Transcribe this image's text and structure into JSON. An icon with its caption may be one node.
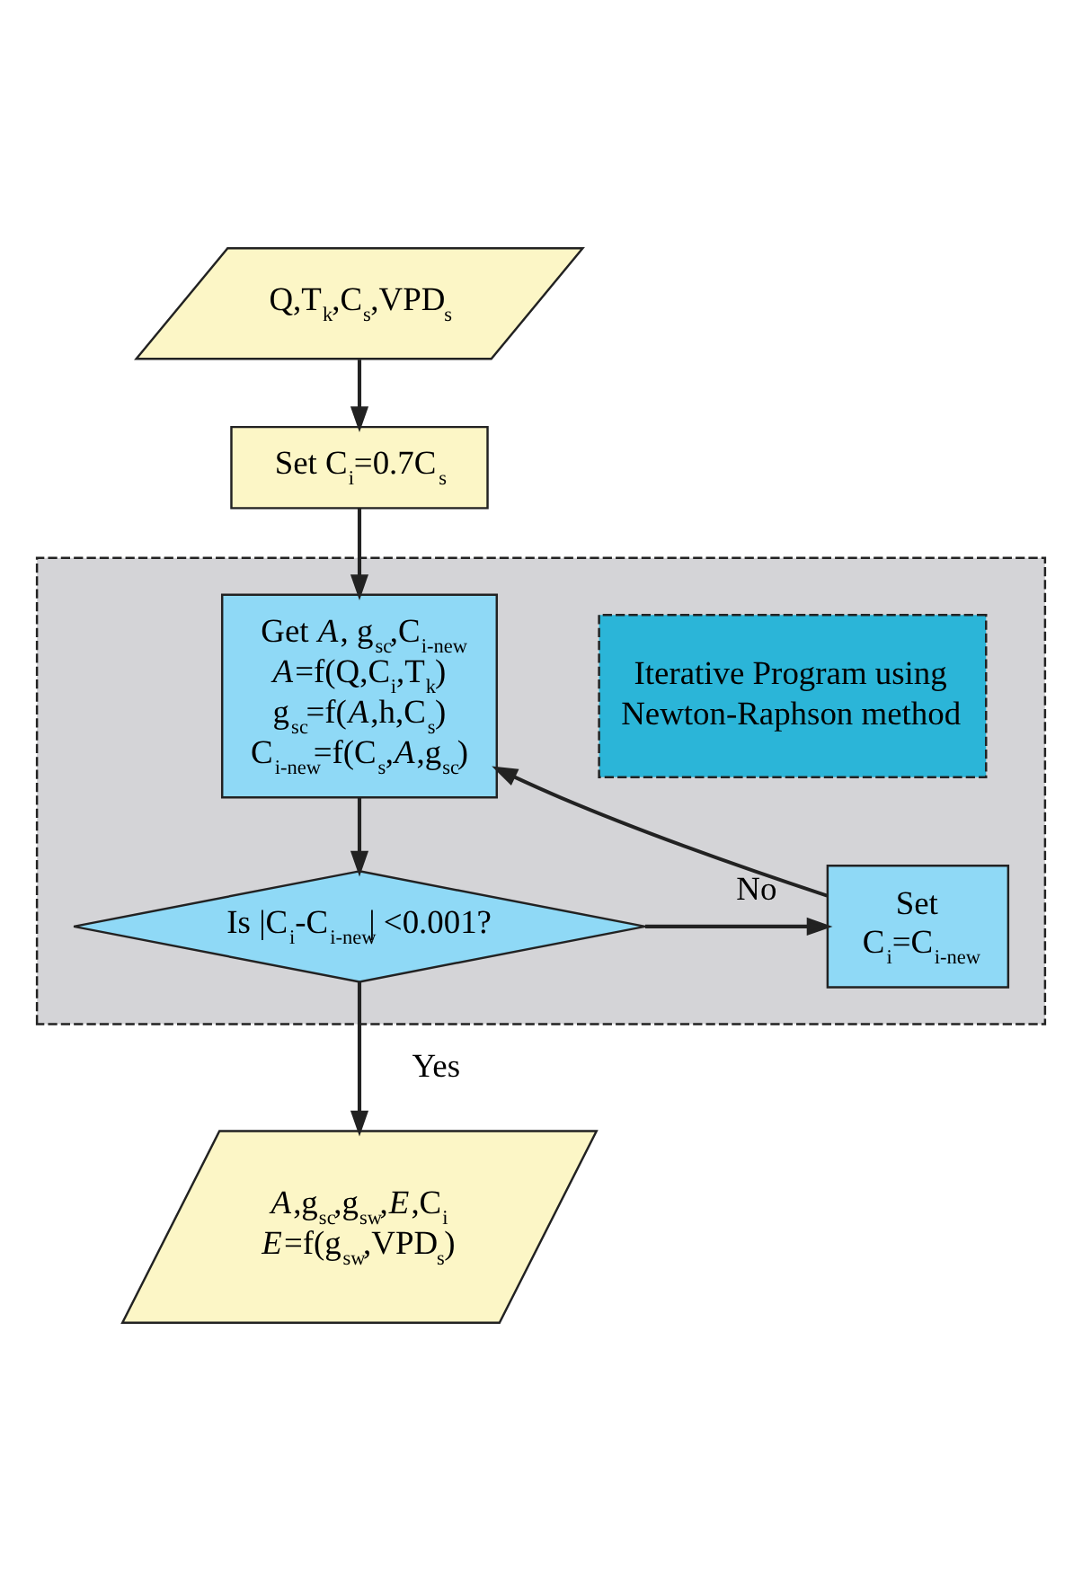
{
  "diagram": {
    "nodes": [
      {
        "text": [
          "Q,T$_{k}$,C$_{s}$,VPD$_{s}$"
        ]
      },
      {
        "text": [
          "Set C$_{i}$=0.7C$_{s}$"
        ]
      },
      {
        "text": [],
        "shape": "box"
      },
      {
        "text": [
          "Iterative Program using Newton-Raphson method"
        ],
        "in": 2
      },
      {
        "text": [
          "Get *A*, g$_{sc}$,C$_{i-new}$",
          "*A*=f(Q,C$_{i}$,T$_{k}$)",
          "g$_{sc}$=f(*A*,h,C$_{s}$)",
          "C$_{i-new}$=f(C$_{s}$,*A*,g$_{sc}$)"
        ],
        "in": 2
      },
      {
        "text": [
          "Is |C$_{i}$-C$_{i-new}$| <0.001?"
        ],
        "in": 2
      },
      {
        "text": [
          "Set",
          "C$_{i}$=C$_{i-new}$"
        ],
        "in": 2
      },
      {
        "text": [
          "*A*,g$_{sc}$,g$_{sw}$,*E*,C$_{i}$",
          "*E*=f(g$_{sw}$,VPD$_{s}$)"
        ]
      }
    ],
    "edges": [
      {
        "from": 0,
        "to": 1,
        "arrow": "to"
      },
      {
        "from": 1,
        "to": 4,
        "arrow": "to"
      },
      {
        "from": 4,
        "to": 5,
        "arrow": "to"
      },
      {
        "from": 5,
        "to": 6,
        "arrow": "to",
        "label": "No"
      },
      {
        "from": 6,
        "to": 4,
        "arrow": "to"
      },
      {
        "from": 5,
        "to": 7,
        "arrow": "to",
        "label": "Yes"
      }
    ]
  }
}
